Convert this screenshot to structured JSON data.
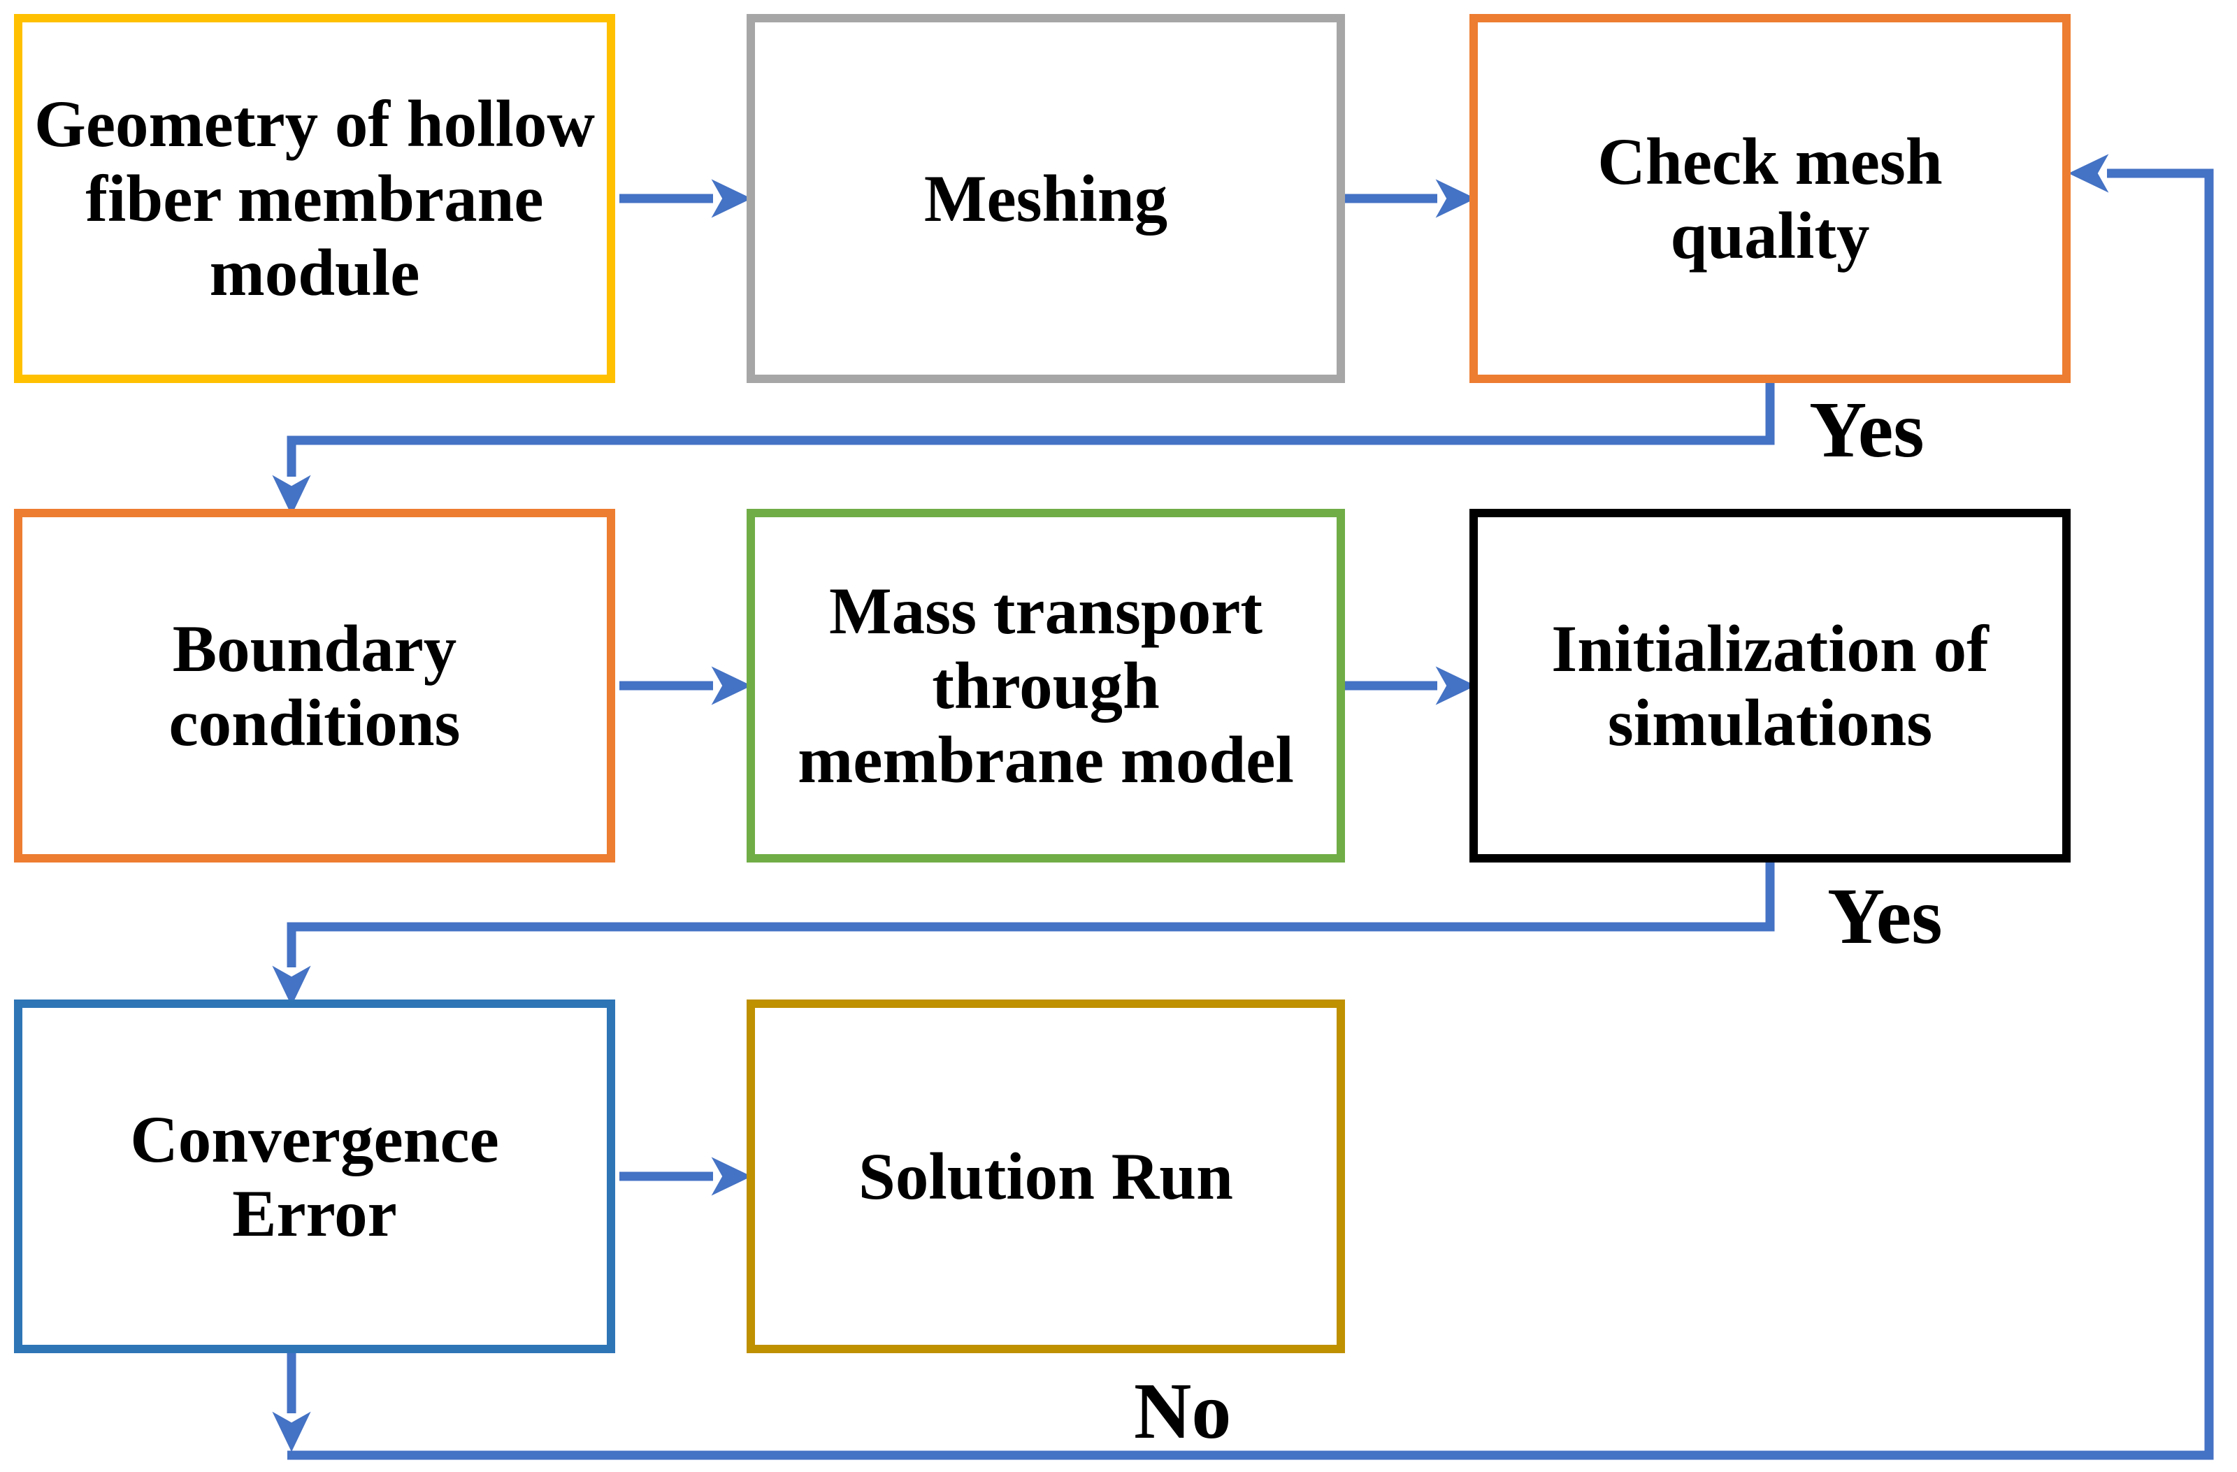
{
  "diagram": {
    "type": "flowchart",
    "background_color": "#ffffff",
    "connector_color": "#4472C4",
    "text_color": "#000000",
    "nodes": [
      {
        "id": "geometry",
        "label": "Geometry of hollow\nfiber membrane\nmodule",
        "border_color": "#FFC000"
      },
      {
        "id": "meshing",
        "label": "Meshing",
        "border_color": "#A6A6A6"
      },
      {
        "id": "check-mesh",
        "label": "Check mesh\nquality",
        "border_color": "#ED7D31"
      },
      {
        "id": "boundary",
        "label": "Boundary\nconditions",
        "border_color": "#ED7D31"
      },
      {
        "id": "mass-transport",
        "label": "Mass transport\nthrough\nmembrane model",
        "border_color": "#70AD47"
      },
      {
        "id": "initialization",
        "label": "Initialization of\nsimulations",
        "border_color": "#000000"
      },
      {
        "id": "convergence",
        "label": "Convergence\nError",
        "border_color": "#2E75B6"
      },
      {
        "id": "solution-run",
        "label": "Solution Run",
        "border_color": "#BF9000"
      }
    ],
    "edges": [
      {
        "from": "geometry",
        "to": "meshing",
        "label": ""
      },
      {
        "from": "meshing",
        "to": "check-mesh",
        "label": ""
      },
      {
        "from": "check-mesh",
        "to": "boundary",
        "label": "Yes"
      },
      {
        "from": "boundary",
        "to": "mass-transport",
        "label": ""
      },
      {
        "from": "mass-transport",
        "to": "initialization",
        "label": ""
      },
      {
        "from": "initialization",
        "to": "convergence",
        "label": "Yes"
      },
      {
        "from": "convergence",
        "to": "solution-run",
        "label": ""
      },
      {
        "from": "convergence",
        "to": "check-mesh",
        "label": "No"
      }
    ],
    "edge_labels": {
      "yes1": "Yes",
      "yes2": "Yes",
      "no": "No"
    }
  }
}
